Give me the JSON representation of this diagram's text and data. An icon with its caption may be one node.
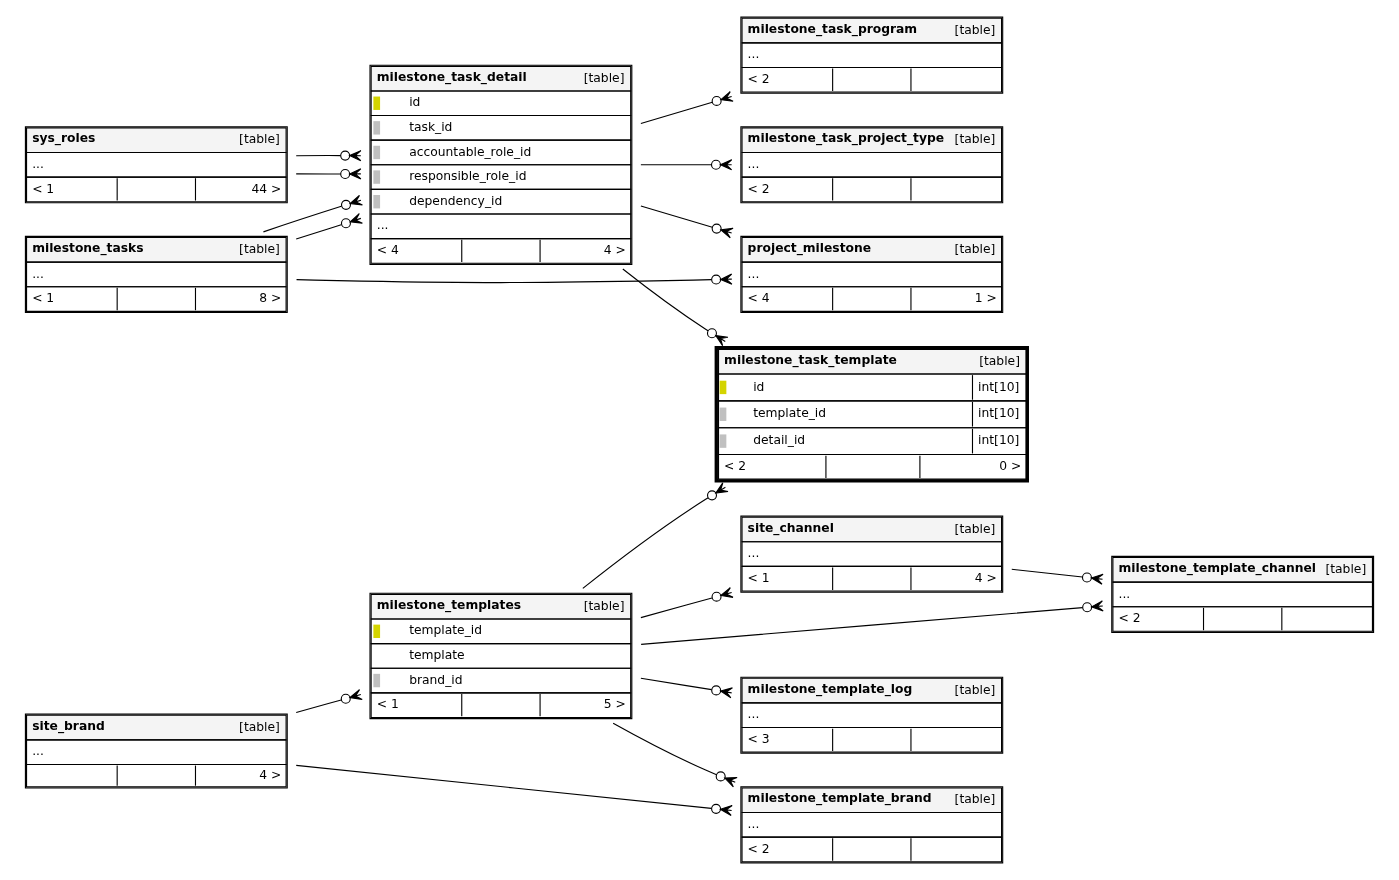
{
  "diagram": {
    "nodes": [
      {
        "text": [
          "milestone_task_program",
          "[table]",
          "...",
          "< 2"
        ]
      },
      {
        "text": [
          "milestone_task_project_type",
          "[table]",
          "...",
          "< 2"
        ]
      },
      {
        "text": [
          "milestone_task_detail",
          "[table]",
          "id",
          "task_id",
          "accountable_role_id",
          "responsible_role_id",
          "dependency_id",
          "...",
          "< 4",
          "4 >"
        ]
      },
      {
        "text": [
          "sys_roles",
          "[table]",
          "...",
          "< 1",
          "44 >"
        ]
      },
      {
        "text": [
          "project_milestone",
          "[table]",
          "...",
          "< 4",
          "1 >"
        ]
      },
      {
        "text": [
          "milestone_tasks",
          "[table]",
          "...",
          "< 1",
          "8 >"
        ]
      },
      {
        "text": [
          "milestone_task_template",
          "[table]",
          "id",
          "int[10]",
          "template_id",
          "int[10]",
          "detail_id",
          "int[10]",
          "< 2",
          "0 >"
        ]
      },
      {
        "text": [
          "milestone_template_channel",
          "[table]",
          "...",
          "< 2"
        ]
      },
      {
        "text": [
          "site_channel",
          "[table]",
          "...",
          "< 1",
          "4 >"
        ]
      },
      {
        "text": [
          "milestone_templates",
          "[table]",
          "template_id",
          "template",
          "brand_id",
          "< 1",
          "5 >"
        ]
      },
      {
        "text": [
          "milestone_template_log",
          "[table]",
          "...",
          "< 3"
        ]
      },
      {
        "text": [
          "site_brand",
          "[table]",
          "...",
          "4 >"
        ]
      },
      {
        "text": [
          "milestone_template_brand",
          "[table]",
          "...",
          "< 2"
        ]
      }
    ],
    "edges": [
      {
        "from": 2,
        "to": 0,
        "arrow": "other"
      },
      {
        "from": 2,
        "to": 1,
        "arrow": "other"
      },
      {
        "from": 2,
        "to": 4,
        "arrow": "other"
      },
      {
        "from": 2,
        "to": 6,
        "arrow": "other"
      },
      {
        "from": 3,
        "to": 2,
        "arrow": "other"
      },
      {
        "from": 3,
        "to": 2,
        "arrow": "other"
      },
      {
        "from": 5,
        "to": 2,
        "arrow": "other"
      },
      {
        "from": 5,
        "to": 2,
        "arrow": "other"
      },
      {
        "from": 5,
        "to": 4,
        "arrow": "other"
      },
      {
        "from": 9,
        "to": 6,
        "arrow": "other"
      },
      {
        "from": 9,
        "to": 7,
        "arrow": "other"
      },
      {
        "from": 9,
        "to": 8,
        "arrow": "other"
      },
      {
        "from": 8,
        "to": 7,
        "arrow": "other"
      },
      {
        "from": 9,
        "to": 10,
        "arrow": "other"
      },
      {
        "from": 9,
        "to": 12,
        "arrow": "other"
      },
      {
        "from": 11,
        "to": 9,
        "arrow": "other"
      },
      {
        "from": 11,
        "to": 12,
        "arrow": "other"
      }
    ]
  }
}
